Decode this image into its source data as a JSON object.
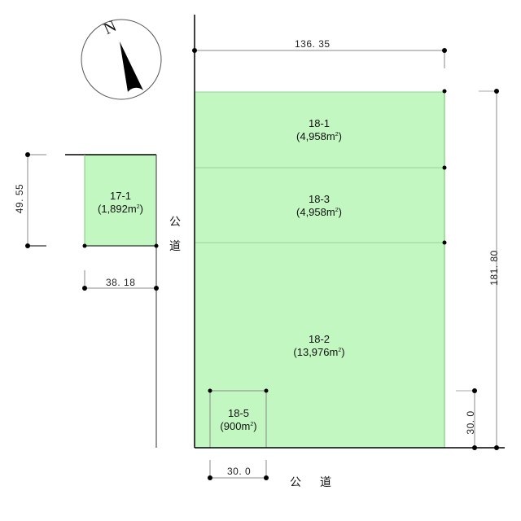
{
  "compass": {
    "label": "N",
    "icon": "north-arrow-icon"
  },
  "colors": {
    "lot_fill": "#c3f7c1",
    "lot_border": "#7ec87c",
    "line": "#000000",
    "dim_line": "#888888"
  },
  "lots": [
    {
      "id": "18-1",
      "area": "(4,958m²)",
      "area_num": "4,958",
      "unit": "m",
      "sup": "2"
    },
    {
      "id": "18-3",
      "area": "(4,958m²)",
      "area_num": "4,958",
      "unit": "m",
      "sup": "2"
    },
    {
      "id": "18-2",
      "area": "(13,976m²)",
      "area_num": "13,976",
      "unit": "m",
      "sup": "2"
    },
    {
      "id": "18-5",
      "area": "(900m²)",
      "area_num": "900",
      "unit": "m",
      "sup": "2"
    },
    {
      "id": "17-1",
      "area": "(1,892m²)",
      "area_num": "1,892",
      "unit": "m",
      "sup": "2"
    }
  ],
  "dimensions": {
    "top_width": "136. 35",
    "right_height": "181. 80",
    "right_small": "30. 0",
    "bottom_small": "30. 0",
    "left_lot_height": "49. 55",
    "left_lot_width": "38. 18"
  },
  "roads": {
    "west": [
      "公",
      "道"
    ],
    "south": [
      "公",
      "道"
    ]
  }
}
